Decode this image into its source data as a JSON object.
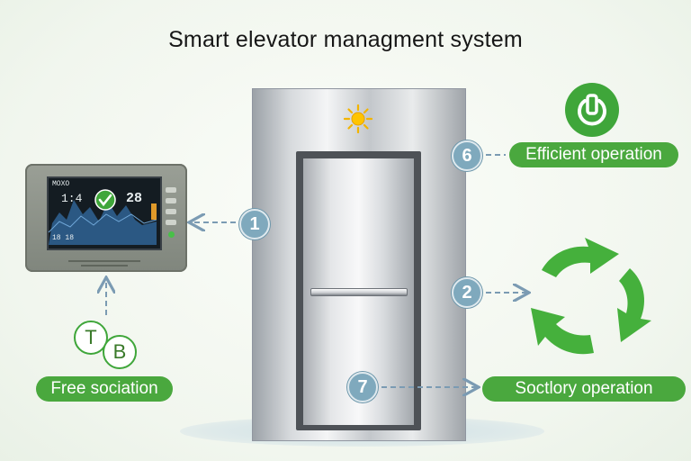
{
  "title": "Smart elevator managment system",
  "badges": {
    "b1": "1",
    "b2": "2",
    "b6": "6",
    "b7": "7"
  },
  "labels": {
    "efficient": "Efficient operation",
    "free": "Free sociation",
    "soctlory": "Soctlory operation"
  },
  "circles": {
    "t": "T",
    "b": "B"
  },
  "monitor": {
    "top_left": "MOXO",
    "left_value": "1:4",
    "right_value": "28",
    "bottom": "18 18"
  },
  "icons": [
    "sun-icon",
    "power-icon",
    "recycle-arrows-icon",
    "check-icon"
  ],
  "colors": {
    "green": "#4aa83e",
    "badge_blue": "#7fa9bd",
    "dashed_arrow": "#7b9bb3"
  }
}
